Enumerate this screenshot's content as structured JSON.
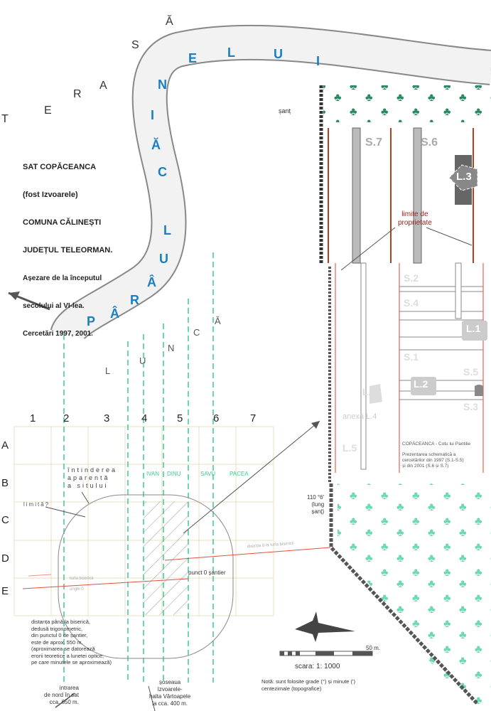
{
  "title_lines": [
    "SAT COPĂCEANCA",
    "(fost Izvoarele)",
    "COMUNA CĂLINEȘTI",
    "JUDEȚUL TELEORMAN.",
    "Așezare de la începutul",
    "secolului al VI-lea.",
    "Cercetări 1997, 2001."
  ],
  "river_letters": [
    "P",
    "Â",
    "R",
    "Â",
    "U",
    "L",
    "C",
    "Ă",
    "I",
    "N",
    "E",
    "L",
    "U",
    "I"
  ],
  "terasa_letters": [
    "T",
    "E",
    "R",
    "A",
    "S",
    "Ă"
  ],
  "lunca_letters": [
    "L",
    "U",
    "N",
    "C",
    "Ă"
  ],
  "inset_top": {
    "sant": "șanț",
    "s7": "S.7",
    "s6": "S.6",
    "l3": "L.3",
    "limits": "limite de\nproprietate"
  },
  "inset_main": {
    "sections": [
      "S.2",
      "S.4",
      "S.1",
      "S.5",
      "S.3"
    ],
    "l1": "L.1",
    "l2": "L.2",
    "l4": "L.4",
    "l5": "L.5",
    "anexa": "anexă L.4",
    "caption_title": "COPĂCEANCA - Cotu lui Pantilie",
    "caption_body": "Prezentarea schematică a\ncercetărilor din 1997 (S.1-S.5)\nși din 2001 (S.6 și S.7)"
  },
  "grid": {
    "columns": [
      "1",
      "2",
      "3",
      "4",
      "5",
      "6",
      "7"
    ],
    "rows": [
      "A",
      "B",
      "C",
      "D",
      "E"
    ],
    "owners": [
      "IVAN",
      "DINU",
      "SAVU",
      "PACEA"
    ]
  },
  "labels": {
    "extent": "întinderea\naparentă\na sitului",
    "limit": "limită?",
    "zero_point": "punct 0 șantier",
    "angle": "110 °6'\n(lung\nșanț)",
    "church_dir": "direcția 0 la turla bisericii",
    "church_angle": "unghi 0",
    "church": "turla bisericii",
    "distance": "distanța până la biserică,\ndedusă trigonometric,\ndin punctul 0 de șantier,\neste de aprox. 550 m.\n(aproximarea se datorează\nerorii teoretice a lunetei optice,\npe care minutele se aproximează)",
    "north_entry": "intrarea\nde nord în sat\ncca. 650 m.",
    "road": "șoseaua\nIzvoarele-\nhalta Vârtoapele\nla cca. 400 m.",
    "scale_len": "50 m.",
    "scale": "scara: 1: 1000",
    "note": "Notă: sunt folosite grade (°) și minute (')\ncentezimale (topografice)"
  },
  "colors": {
    "river": "#1a7fc0",
    "grid": "#e8d8a0",
    "yellow": "#e8d040",
    "green": "#3cc890",
    "red": "#e05040",
    "forest": "#2a8a60"
  }
}
